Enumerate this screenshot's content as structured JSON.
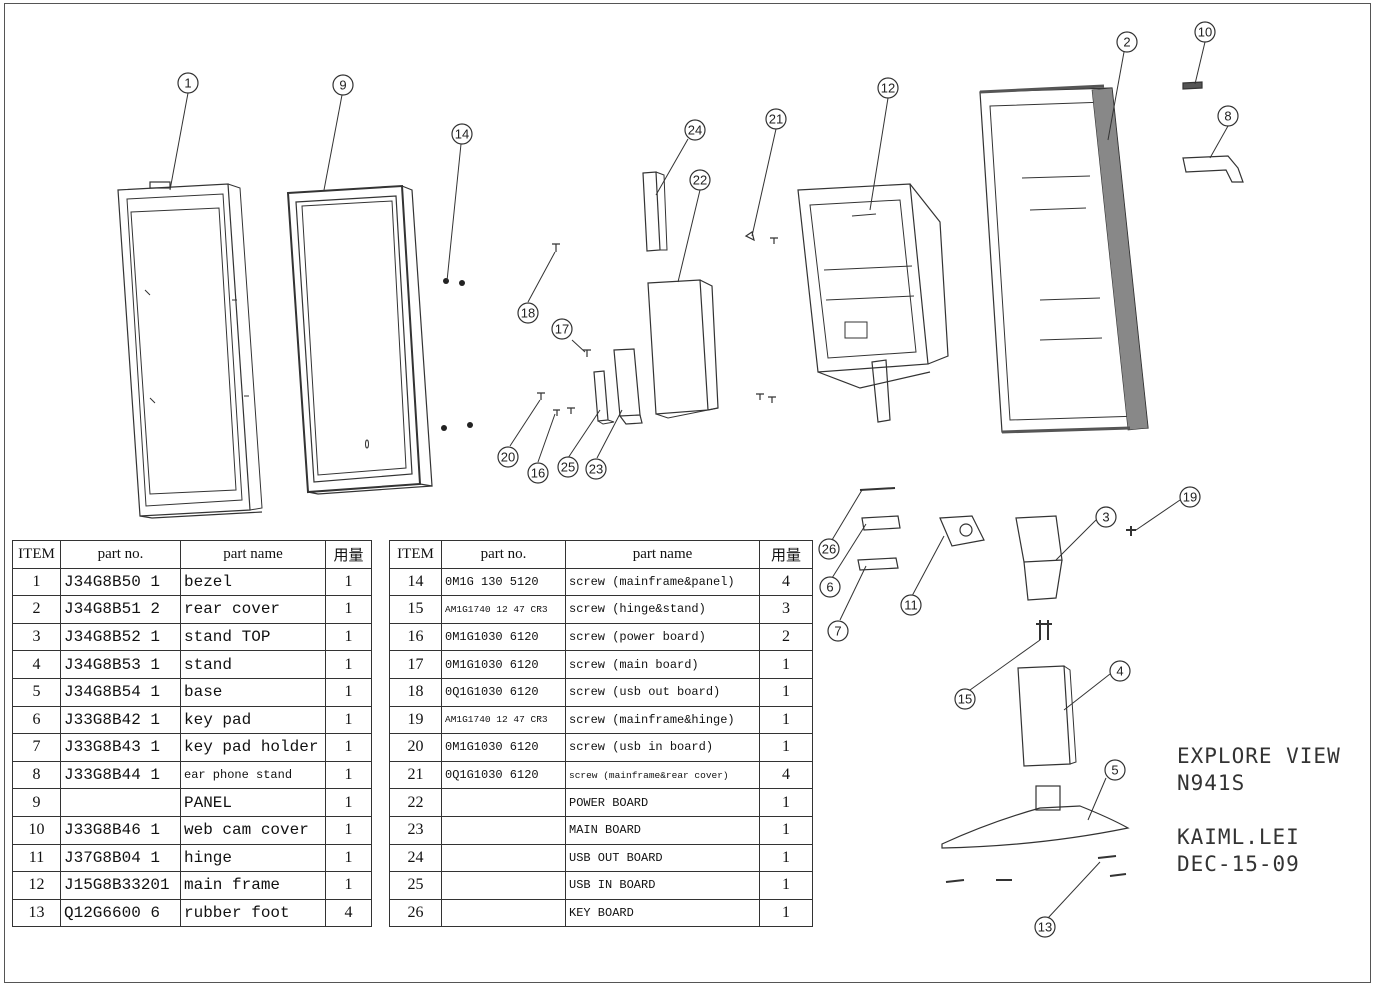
{
  "balloons": [
    "1",
    "2",
    "3",
    "4",
    "5",
    "6",
    "7",
    "8",
    "9",
    "10",
    "11",
    "12",
    "13",
    "14",
    "15",
    "16",
    "17",
    "18",
    "19",
    "20",
    "21",
    "22",
    "23",
    "24",
    "25",
    "26"
  ],
  "bom_headers": [
    "ITEM",
    "part no.",
    "part name",
    "用量"
  ],
  "bom_left": [
    {
      "item": "1",
      "part_no": "J34G8B50  1",
      "name": "bezel",
      "qty": "1"
    },
    {
      "item": "2",
      "part_no": "J34G8B51  2",
      "name": "rear cover",
      "qty": "1"
    },
    {
      "item": "3",
      "part_no": "J34G8B52 1",
      "name": "stand TOP",
      "qty": "1"
    },
    {
      "item": "4",
      "part_no": "J34G8B53 1",
      "name": "stand",
      "qty": "1"
    },
    {
      "item": "5",
      "part_no": "J34G8B54 1",
      "name": "base",
      "qty": "1"
    },
    {
      "item": "6",
      "part_no": "J33G8B42   1",
      "name": "key pad",
      "qty": "1"
    },
    {
      "item": "7",
      "part_no": "J33G8B43   1",
      "name": "key pad holder",
      "qty": "1"
    },
    {
      "item": "8",
      "part_no": "J33G8B44   1",
      "name": "ear phone stand",
      "qty": "1"
    },
    {
      "item": "9",
      "part_no": "",
      "name": "PANEL",
      "qty": "1"
    },
    {
      "item": "10",
      "part_no": "J33G8B46   1",
      "name": "web cam cover",
      "qty": "1"
    },
    {
      "item": "11",
      "part_no": "J37G8B04   1",
      "name": "hinge",
      "qty": "1"
    },
    {
      "item": "12",
      "part_no": "J15G8B33201",
      "name": "main frame",
      "qty": "1"
    },
    {
      "item": "13",
      "part_no": "Q12G6600   6",
      "name": "rubber foot",
      "qty": "4"
    }
  ],
  "bom_right": [
    {
      "item": "14",
      "part_no": "0M1G 130   5120",
      "name": "screw (mainframe&panel)",
      "qty": "4"
    },
    {
      "item": "15",
      "part_no": "AM1G1740 12 47 CR3",
      "name": "screw (hinge&stand)",
      "qty": "3"
    },
    {
      "item": "16",
      "part_no": "0M1G1030   6120",
      "name": "screw (power board)",
      "qty": "2"
    },
    {
      "item": "17",
      "part_no": "0M1G1030   6120",
      "name": "screw (main board)",
      "qty": "1"
    },
    {
      "item": "18",
      "part_no": "0Q1G1030   6120",
      "name": "screw (usb out board)",
      "qty": "1"
    },
    {
      "item": "19",
      "part_no": "AM1G1740 12 47 CR3",
      "name": "screw (mainframe&hinge)",
      "qty": "1"
    },
    {
      "item": "20",
      "part_no": "0M1G1030   6120",
      "name": "screw (usb in board)",
      "qty": "1"
    },
    {
      "item": "21",
      "part_no": "0Q1G1030   6120",
      "name": "screw (mainframe&rear cover)",
      "qty": "4"
    },
    {
      "item": "22",
      "part_no": "",
      "name": "POWER BOARD",
      "qty": "1"
    },
    {
      "item": "23",
      "part_no": "",
      "name": "MAIN BOARD",
      "qty": "1"
    },
    {
      "item": "24",
      "part_no": "",
      "name": "USB OUT BOARD",
      "qty": "1"
    },
    {
      "item": "25",
      "part_no": "",
      "name": "USB IN BOARD",
      "qty": "1"
    },
    {
      "item": "26",
      "part_no": "",
      "name": "KEY BOARD",
      "qty": "1"
    }
  ],
  "title_block": {
    "line1": "EXPLORE VIEW",
    "line2": "N941S",
    "line3": "KAIML.LEI",
    "line4": "DEC-15-09"
  }
}
